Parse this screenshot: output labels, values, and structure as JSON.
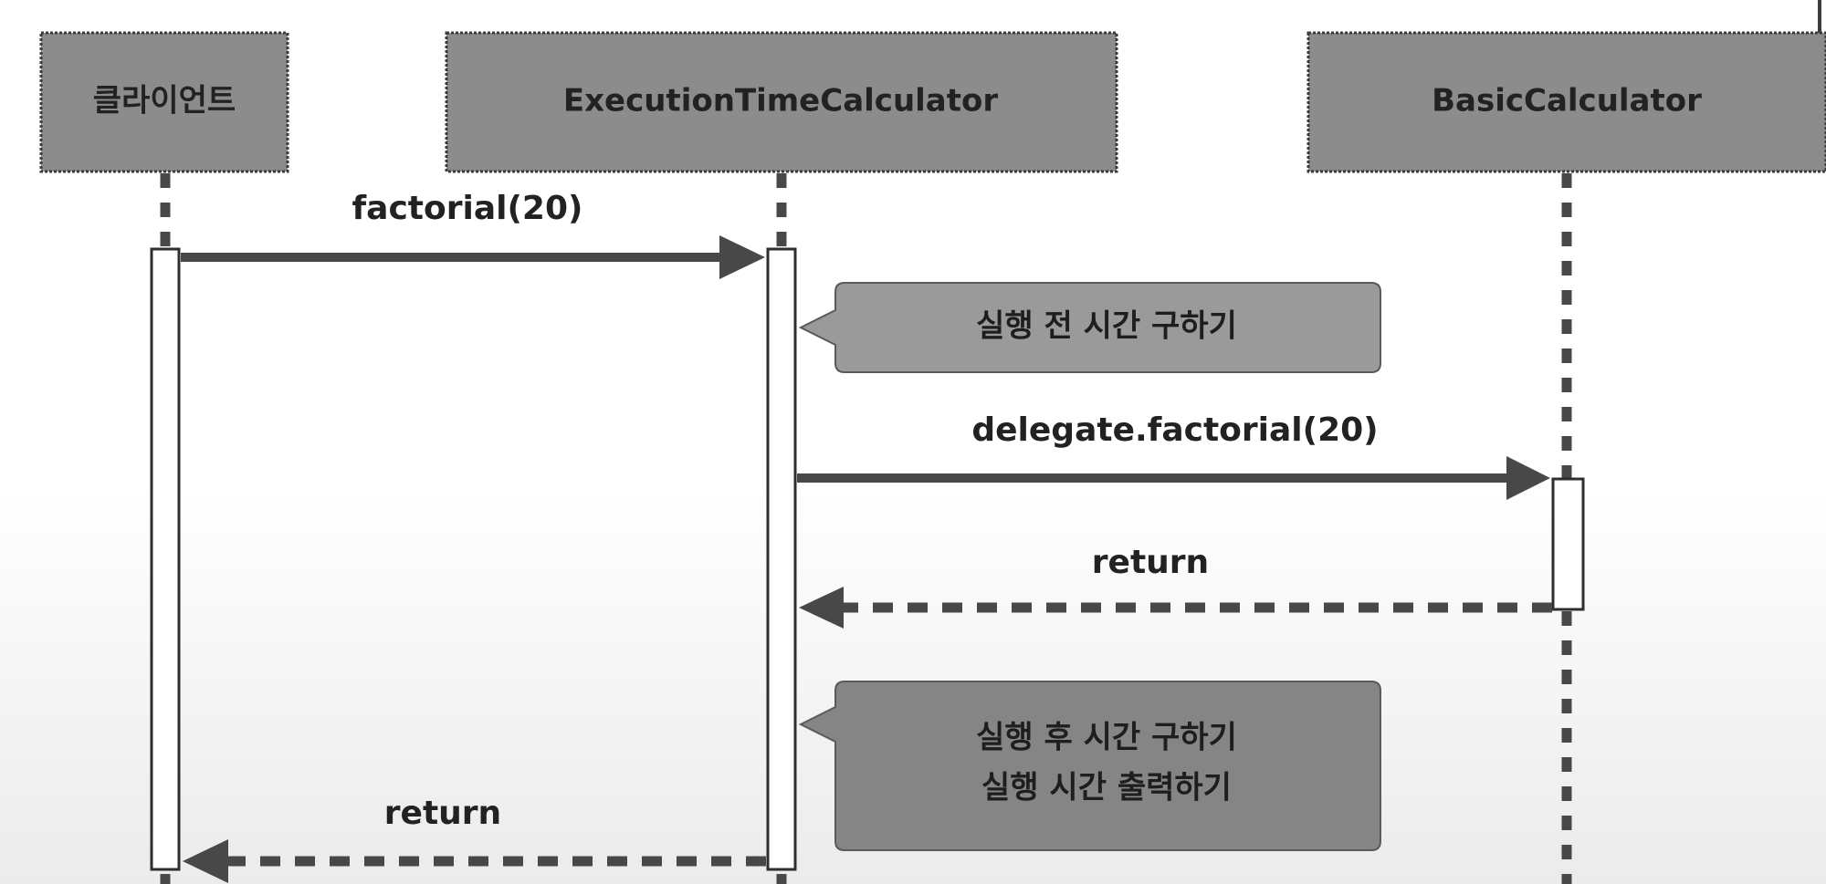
{
  "participants": [
    {
      "name": "클라이언트"
    },
    {
      "name": "ExecutionTimeCalculator"
    },
    {
      "name": "BasicCalculator"
    }
  ],
  "messages": [
    {
      "label": "factorial(20)",
      "from": "클라이언트",
      "to": "ExecutionTimeCalculator",
      "style": "solid"
    },
    {
      "label": "delegate.factorial(20)",
      "from": "ExecutionTimeCalculator",
      "to": "BasicCalculator",
      "style": "solid"
    },
    {
      "label": "return",
      "from": "BasicCalculator",
      "to": "ExecutionTimeCalculator",
      "style": "dashed"
    },
    {
      "label": "return",
      "from": "ExecutionTimeCalculator",
      "to": "클라이언트",
      "style": "dashed"
    }
  ],
  "notes": [
    {
      "lines": [
        "실행 전 시간 구하기"
      ]
    },
    {
      "lines": [
        "실행 후 시간 구하기",
        "실행 시간 출력하기"
      ]
    }
  ],
  "colors": {
    "participant_fill": "#8c8c8c",
    "participant_border": "#3c3c3c",
    "note1_fill": "#9a9a9a",
    "note2_fill": "#858585",
    "line": "#484848",
    "activation_fill": "#ffffff"
  }
}
